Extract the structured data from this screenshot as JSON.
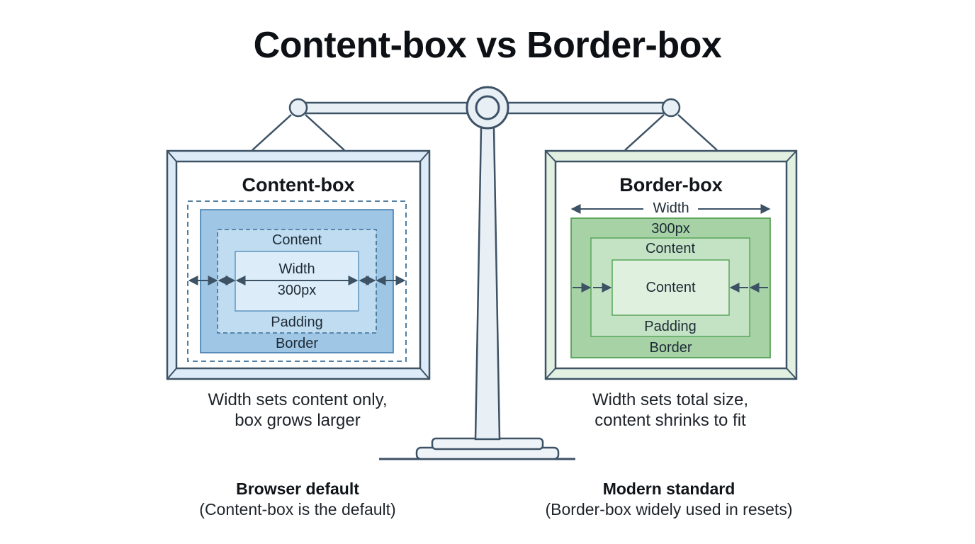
{
  "title": "Content-box vs Border-box",
  "left_panel": {
    "heading": "Content-box",
    "labels": {
      "content": "Content",
      "width": "Width",
      "size": "300px",
      "padding": "Padding",
      "border": "Border"
    },
    "caption_line1": "Width sets content only,",
    "caption_line2": "box grows larger",
    "footer_heading": "Browser default",
    "footer_note": "(Content-box is the default)"
  },
  "right_panel": {
    "heading": "Border-box",
    "labels": {
      "width": "Width",
      "size": "300px",
      "content_outer": "Content",
      "content_inner": "Content",
      "padding": "Padding",
      "border": "Border"
    },
    "caption_line1": "Width sets total size,",
    "caption_line2": "content shrinks to fit",
    "footer_heading": "Modern standard",
    "footer_note": "(Border-box widely used in resets)"
  },
  "colors": {
    "stroke": "#3d5265",
    "blue_border": "#9fc6e5",
    "blue_padding": "#c0dcf1",
    "blue_content": "#dcedf9",
    "green_border": "#a6d2a6",
    "green_padding": "#c4e3c4",
    "green_content": "#dff0df"
  }
}
